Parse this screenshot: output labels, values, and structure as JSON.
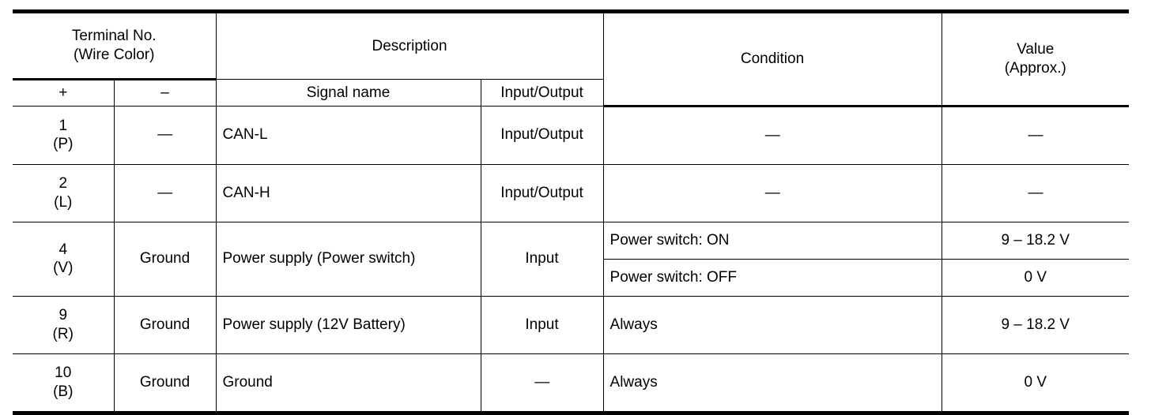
{
  "table": {
    "header": {
      "terminal_no": "Terminal No.\n(Wire Color)",
      "terminal_no_line1": "Terminal No.",
      "terminal_no_line2": "(Wire Color)",
      "description": "Description",
      "condition": "Condition",
      "value_line1": "Value",
      "value_line2": "(Approx.)",
      "plus": "+",
      "minus": "–",
      "signal_name": "Signal name",
      "input_output": "Input/Output"
    },
    "rows": [
      {
        "terminal_number": "1",
        "wire_color": "(P)",
        "minus": "—",
        "signal_name": "CAN-L",
        "input_output": "Input/Output",
        "conditions": [
          {
            "condition": "—",
            "value": "—",
            "condition_align": "center"
          }
        ]
      },
      {
        "terminal_number": "2",
        "wire_color": "(L)",
        "minus": "—",
        "signal_name": "CAN-H",
        "input_output": "Input/Output",
        "conditions": [
          {
            "condition": "—",
            "value": "—",
            "condition_align": "center"
          }
        ]
      },
      {
        "terminal_number": "4",
        "wire_color": "(V)",
        "minus": "Ground",
        "signal_name": "Power supply (Power switch)",
        "input_output": "Input",
        "conditions": [
          {
            "condition": "Power switch: ON",
            "value": "9 – 18.2 V",
            "condition_align": "left"
          },
          {
            "condition": "Power switch: OFF",
            "value": "0 V",
            "condition_align": "left"
          }
        ]
      },
      {
        "terminal_number": "9",
        "wire_color": "(R)",
        "minus": "Ground",
        "signal_name": "Power supply (12V Battery)",
        "input_output": "Input",
        "conditions": [
          {
            "condition": "Always",
            "value": "9 – 18.2 V",
            "condition_align": "left"
          }
        ]
      },
      {
        "terminal_number": "10",
        "wire_color": "(B)",
        "minus": "Ground",
        "signal_name": "Ground",
        "input_output": "—",
        "conditions": [
          {
            "condition": "Always",
            "value": "0 V",
            "condition_align": "left"
          }
        ]
      }
    ]
  },
  "colors": {
    "rule": "#000000",
    "background": "#ffffff",
    "text": "#000000"
  }
}
